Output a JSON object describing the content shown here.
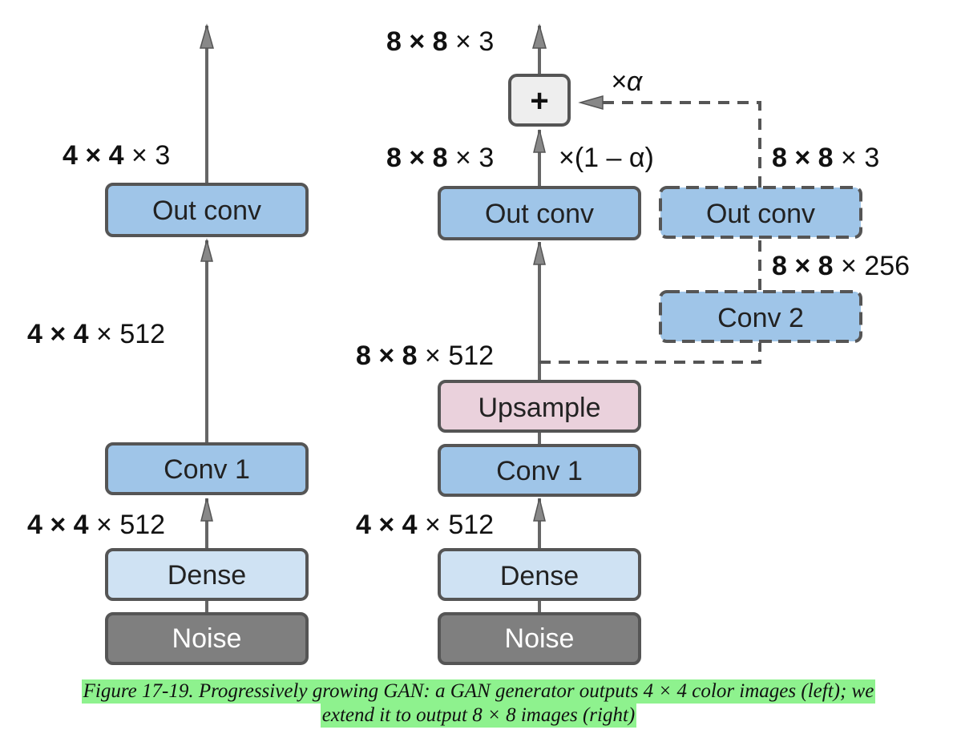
{
  "colors": {
    "conv_fill": "#9fc5e8",
    "dense_fill": "#cfe2f3",
    "noise_fill": "#7f7f7f",
    "upsample_fill": "#ead1dc",
    "plus_fill": "#eeeeee",
    "stroke": "#555555",
    "caption_highlight": "#8ef28e"
  },
  "left": {
    "boxes": {
      "out_conv": "Out conv",
      "conv1": "Conv 1",
      "dense": "Dense",
      "noise": "Noise"
    },
    "dims": [
      {
        "bold": "4 × 4",
        "rest": " × 3"
      },
      {
        "bold": "4 × 4",
        "rest": " × 512"
      },
      {
        "bold": "4 × 4",
        "rest": " × 512"
      }
    ]
  },
  "right": {
    "boxes": {
      "out_conv": "Out conv",
      "upsample": "Upsample",
      "conv1": "Conv 1",
      "dense": "Dense",
      "noise": "Noise",
      "out_conv_new": "Out conv",
      "conv2": "Conv 2"
    },
    "plus": "+",
    "dims": [
      {
        "bold": "8 × 8",
        "rest": " × 3"
      },
      {
        "bold": "8 × 8",
        "rest": " × 3"
      },
      {
        "bold": "8 × 8",
        "rest": " × 512"
      },
      {
        "bold": "4 × 4",
        "rest": " × 512"
      },
      {
        "bold": "8 × 8",
        "rest": " × 3"
      },
      {
        "bold": "8 × 8",
        "rest": " × 256"
      }
    ],
    "alpha_label": "×α",
    "one_minus_alpha_label": "×(1 – α)"
  },
  "caption": {
    "line1": "Figure 17-19. Progressively growing GAN: a GAN generator outputs 4 × 4 color images (left); we",
    "line2": "extend it to output 8 × 8 images (right)"
  }
}
